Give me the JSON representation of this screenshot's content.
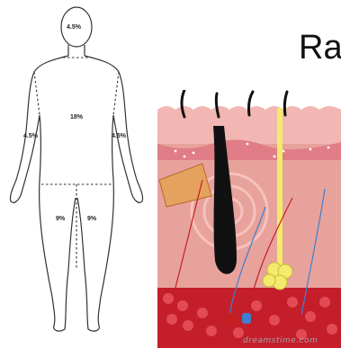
{
  "title_fragment": "Ra",
  "body_percentages": {
    "head": "4.5%",
    "trunk": "18%",
    "left_arm": "4.5%",
    "right_arm": "4.5%",
    "left_leg": "9%",
    "right_leg": "9%"
  },
  "watermark": "dreamstime.com",
  "colors": {
    "skin_surface": "#f2b7b3",
    "dermis": "#e8a29c",
    "fat": "#c41e2a",
    "hair": "#111111",
    "sweat_gland": "#f4ea6c",
    "artery": "#c42020",
    "vein": "#3f7fd0"
  }
}
